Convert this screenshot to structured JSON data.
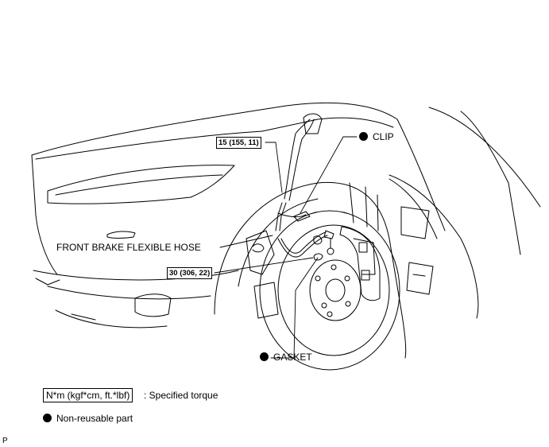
{
  "callouts": {
    "clip": "CLIP",
    "front_brake_flexible_hose": "FRONT BRAKE FLEXIBLE HOSE",
    "gasket": "GASKET",
    "torque_upper": "15 (155, 11)",
    "torque_lower": "30 (306, 22)"
  },
  "legend": {
    "torque_unit": "N*m (kgf*cm, ft.*lbf)",
    "torque_desc": ": Specified torque",
    "nonreusable_desc": "Non-reusable part"
  },
  "corner_mark": "P"
}
